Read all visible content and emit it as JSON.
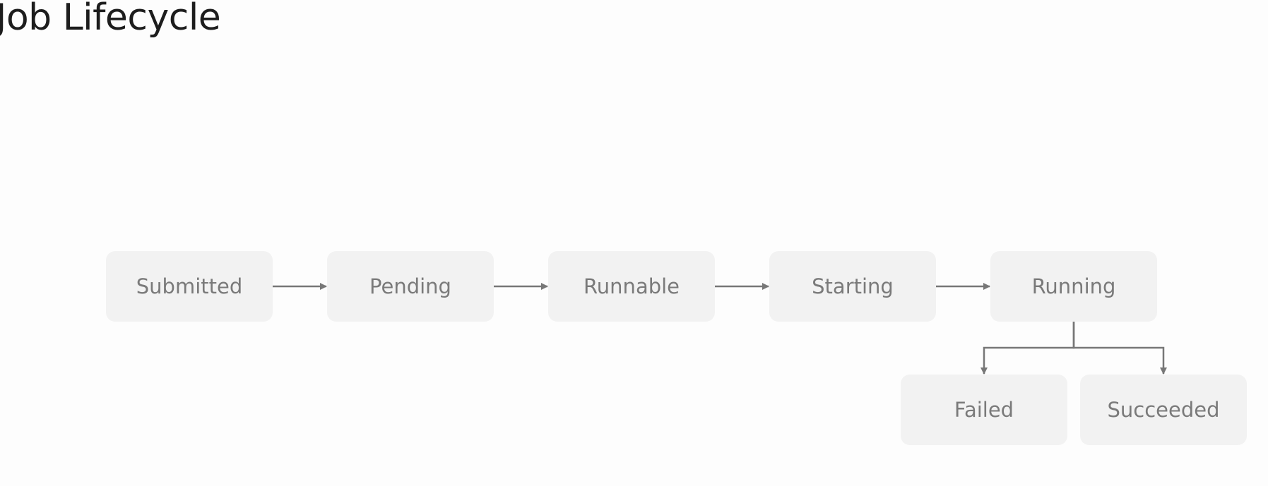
{
  "title": "Job Lifecycle",
  "colors": {
    "background": "#fdfdfd",
    "node_fill": "#f2f2f2",
    "node_text": "#7a7a7a",
    "edge": "#777777",
    "title": "#1d1d1d"
  },
  "diagram": {
    "nodes": [
      {
        "id": "submitted",
        "label": "Submitted"
      },
      {
        "id": "pending",
        "label": "Pending"
      },
      {
        "id": "runnable",
        "label": "Runnable"
      },
      {
        "id": "starting",
        "label": "Starting"
      },
      {
        "id": "running",
        "label": "Running"
      },
      {
        "id": "failed",
        "label": "Failed"
      },
      {
        "id": "succeeded",
        "label": "Succeeded"
      }
    ],
    "edges": [
      {
        "from": "submitted",
        "to": "pending"
      },
      {
        "from": "pending",
        "to": "runnable"
      },
      {
        "from": "runnable",
        "to": "starting"
      },
      {
        "from": "starting",
        "to": "running"
      },
      {
        "from": "running",
        "to": "failed"
      },
      {
        "from": "running",
        "to": "succeeded"
      }
    ]
  }
}
